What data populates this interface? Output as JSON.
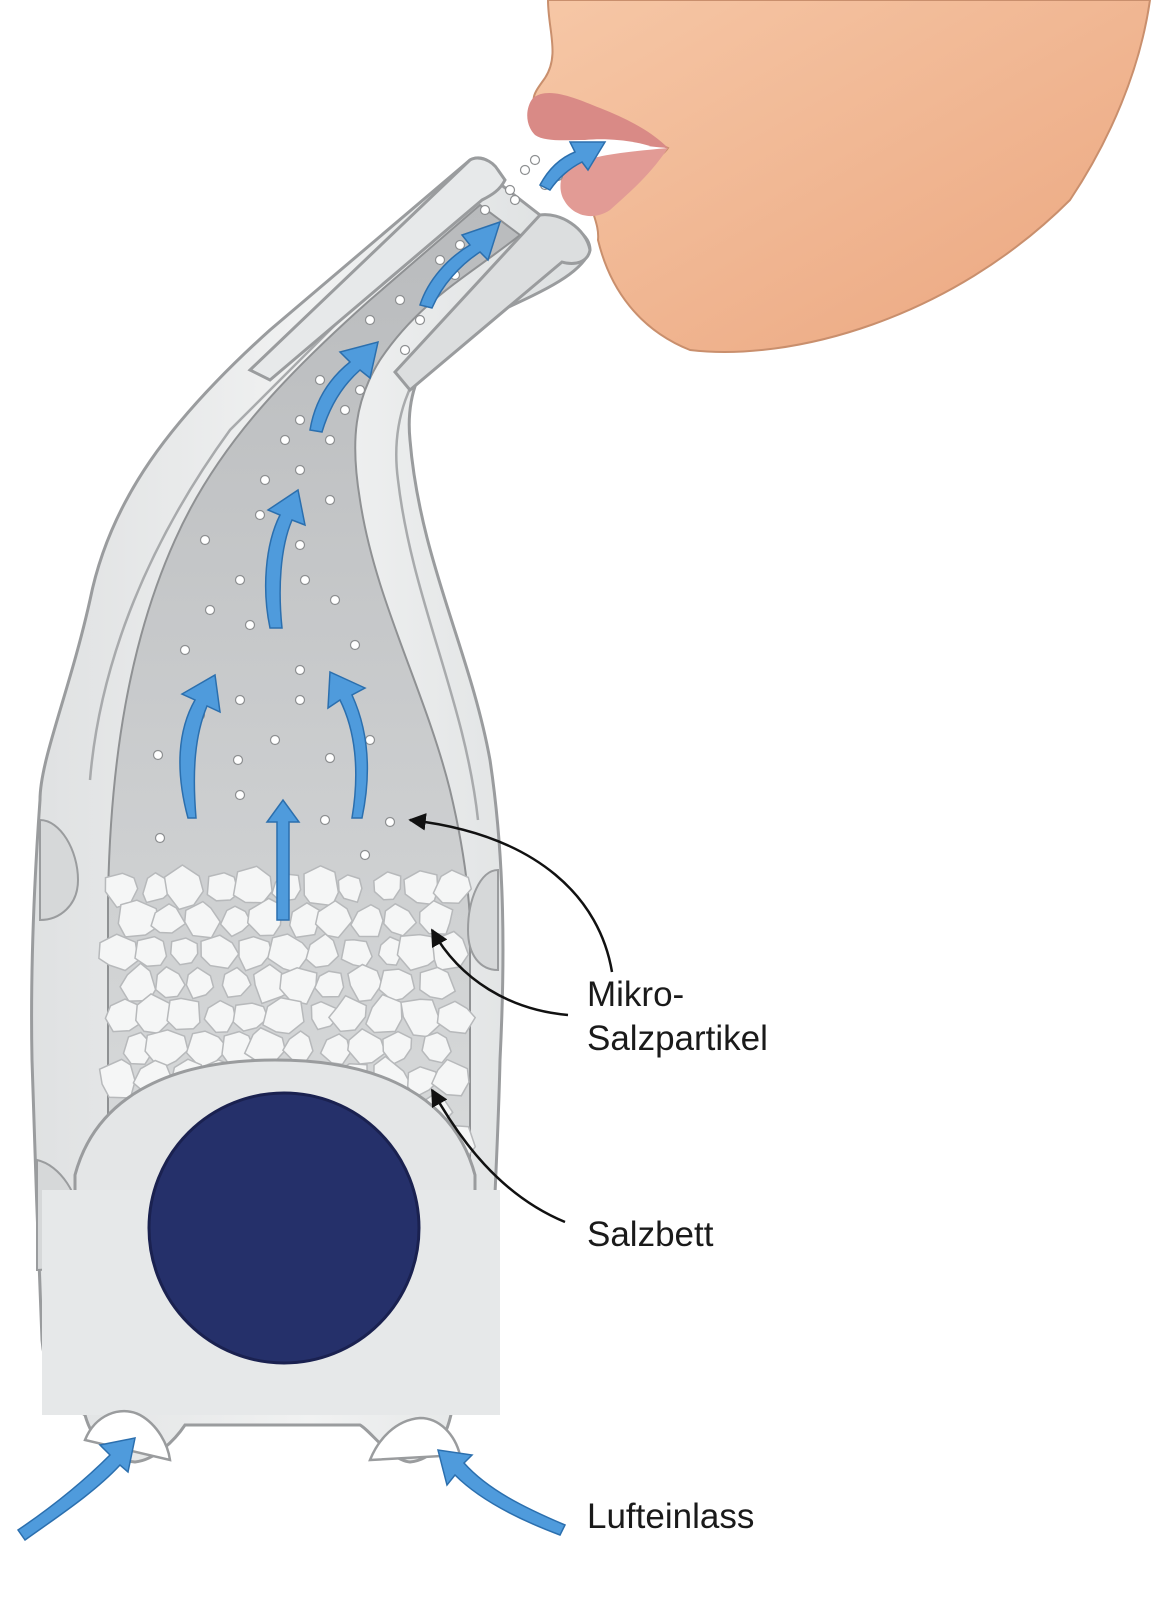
{
  "labels": {
    "micro_particles_line1": "Mikro-",
    "micro_particles_line2": "Salzpartikel",
    "salt_bed": "Salzbett",
    "air_inlet": "Lufteinlass"
  },
  "colors": {
    "background": "#ffffff",
    "device_body": "#e9ebeb",
    "device_outline": "#9a9c9e",
    "chamber": "#c9cbcd",
    "airflow_arrow": "#4f9bdc",
    "skin": "#f2b894",
    "lips": "#d98a86",
    "air_hole": "#25306a",
    "salt_crystal": "#f5f6f6",
    "leader_line": "#111111"
  },
  "icons": {
    "airflow": "upward-arrow-icon",
    "leader": "curved-pointer-arrow-icon"
  }
}
